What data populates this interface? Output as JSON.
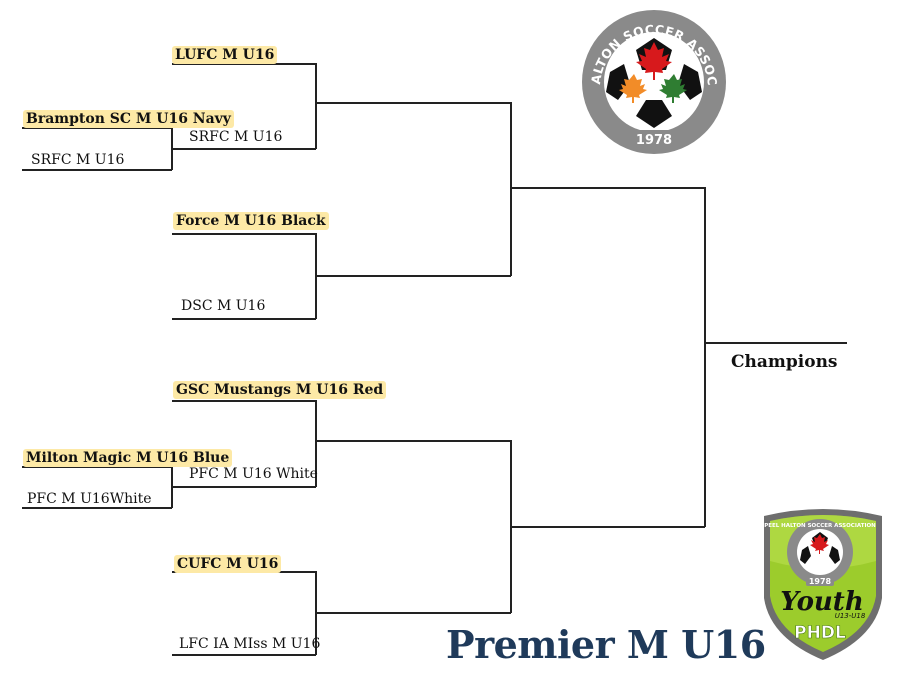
{
  "title": "Premier M U16",
  "champions_label": "Champions",
  "teams": {
    "lufc": "LUFC M U16",
    "brampton": "Brampton SC M U16 Navy",
    "srfc": "SRFC M U16",
    "srfc_r2": "SRFC M U16",
    "force": "Force M U16 Black",
    "dsc": "DSC M U16",
    "gsc": "GSC Mustangs M U16 Red",
    "milton": "Milton Magic M U16 Blue",
    "pfc": "PFC M U16White",
    "pfc_r2": "PFC M U16 White",
    "cufc": "CUFC M U16",
    "lfc": "LFC IA MIss  M U16"
  },
  "association_logo": {
    "ring_text": "PEEL HALTON SOCCER ASSOCIATION",
    "year": "1978"
  },
  "youth_logo": {
    "ring_text": "PEEL HALTON SOCCER ASSOCIATION",
    "year": "1978",
    "word": "Youth",
    "ages": "U13-U18",
    "badge": "PHDL"
  },
  "colors": {
    "winner_highlight": "#fde9a6",
    "title": "#1f3a5a",
    "logo_ring": "#8a8a8a",
    "maple_red": "#d7191c",
    "maple_orange": "#f28c28",
    "maple_green": "#2f7d32",
    "youth_green": "#9ccc2c"
  }
}
